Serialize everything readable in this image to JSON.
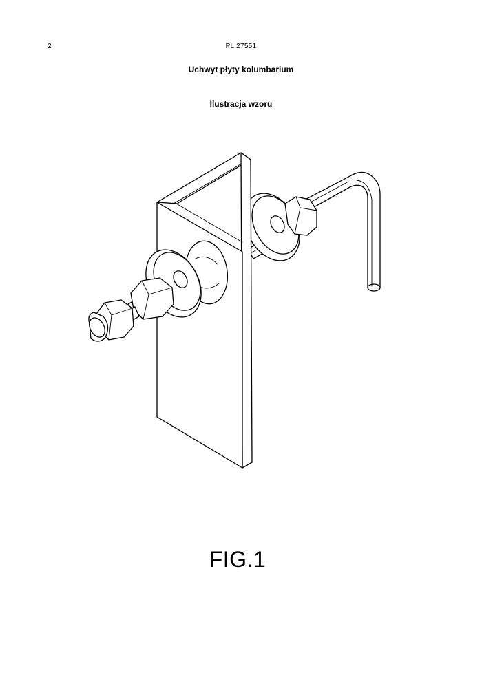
{
  "header": {
    "page_number": "2",
    "document_number": "PL 27551"
  },
  "document": {
    "title": "Uchwyt płyty kolumbarium",
    "section_heading": "Ilustracja wzoru"
  },
  "figure": {
    "label": "FIG.1"
  }
}
